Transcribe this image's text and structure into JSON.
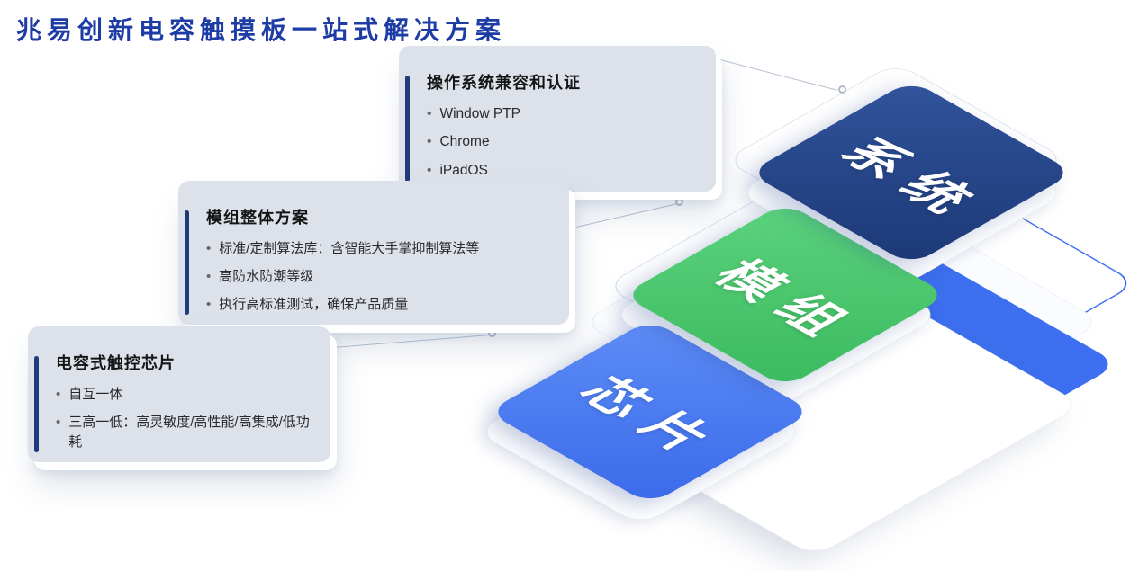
{
  "page": {
    "title": "兆易创新电容触摸板一站式解决方案"
  },
  "ui": {
    "bullet": "•"
  },
  "colors": {
    "title": "#1D3CA5",
    "accent_bar": "#1F3B7C",
    "base_blue": "#3D6FF0",
    "connector": "#B8C2D2"
  },
  "cards": [
    {
      "id": "os",
      "title": "操作系统兼容和认证",
      "bullets": [
        "Window PTP",
        "Chrome",
        "iPadOS"
      ]
    },
    {
      "id": "module",
      "title": "模组整体方案",
      "bullets": [
        "标准/定制算法库：含智能大手掌抑制算法等",
        "高防水防潮等级",
        "执行高标准测试，确保产品质量"
      ]
    },
    {
      "id": "chip",
      "title": "电容式触控芯片",
      "bullets": [
        "自互一体",
        "三高一低：高灵敏度/高性能/高集成/低功耗"
      ]
    }
  ],
  "layers": [
    {
      "id": "system",
      "label": "系统",
      "color_top": "#31549C",
      "color_bottom": "#1C3876"
    },
    {
      "id": "module",
      "label": "模组",
      "color_top": "#5BD37D",
      "color_bottom": "#3BBA5F"
    },
    {
      "id": "chip",
      "label": "芯片",
      "color_top": "#5E8DF7",
      "color_bottom": "#3A6AE9"
    }
  ]
}
